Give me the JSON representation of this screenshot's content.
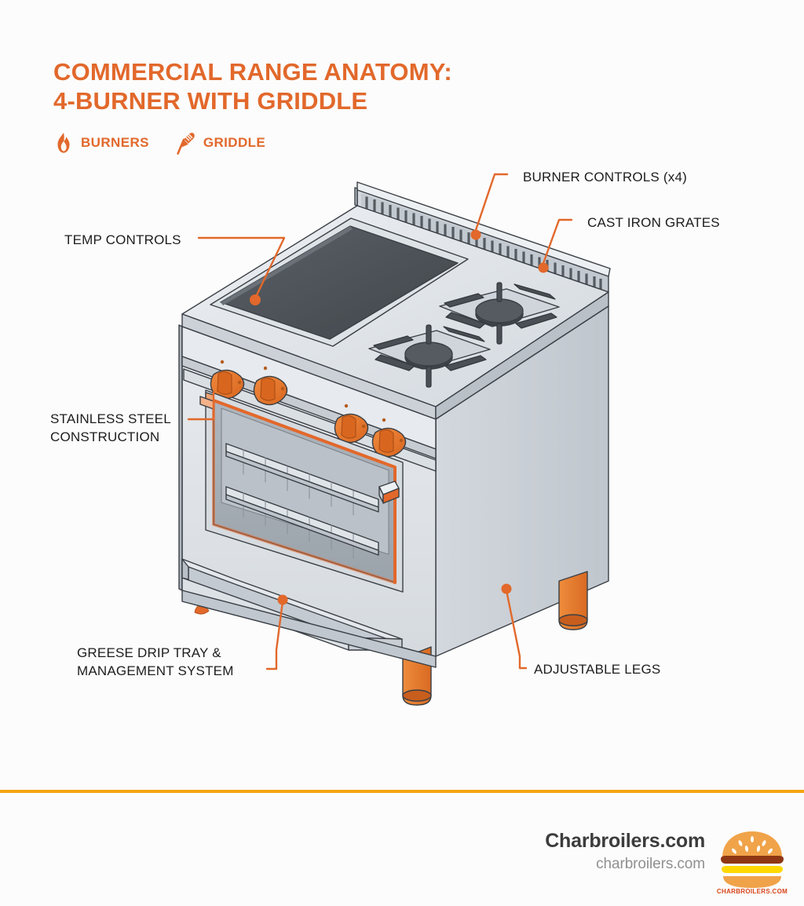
{
  "theme": {
    "background": "#FCFCFC",
    "accent_orange": "#E2682B",
    "divider_amber": "#F5A410",
    "label_text": "#1D1D1D",
    "steel_light": "#E4E7EA",
    "steel_mid": "#C9CED4",
    "steel_dark": "#AEB5BD",
    "grate_dark": "#4A4F55",
    "griddle_dark": "#4F545A",
    "knob_orange": "#E87A2E",
    "leg_orange": "#E8832F"
  },
  "header": {
    "title_line1": "COMMERCIAL RANGE ANATOMY:",
    "title_line2": "4-BURNER WITH GRIDDLE",
    "legend": [
      {
        "icon": "flame-icon",
        "label": "BURNERS"
      },
      {
        "icon": "spatula-icon",
        "label": "GRIDDLE"
      }
    ]
  },
  "callouts": [
    {
      "id": "burner-controls",
      "label": "BURNER CONTROLS (x4)"
    },
    {
      "id": "cast-iron-grates",
      "label": "CAST IRON GRATES"
    },
    {
      "id": "temp-controls",
      "label": "TEMP CONTROLS"
    },
    {
      "id": "stainless-steel",
      "label_line1": "STAINLESS STEEL",
      "label_line2": "CONSTRUCTION"
    },
    {
      "id": "grease-drip-tray",
      "label_line1": "GREESE DRIP TRAY &",
      "label_line2": "MANAGEMENT SYSTEM"
    },
    {
      "id": "adjustable-legs",
      "label": "ADJUSTABLE LEGS"
    }
  ],
  "illustration": {
    "name": "commercial-range-4-burner-with-griddle",
    "parts": [
      "back-splash",
      "griddle-plate",
      "burner-grates",
      "control-knobs",
      "oven-door-opening",
      "oven-racks",
      "oven-handle",
      "grease-drip-tray",
      "cabinet-body",
      "adjustable-legs"
    ]
  },
  "footer": {
    "brand_main": "Charbroilers.com",
    "brand_sub": "charbroilers.com",
    "logo_caption": "CHARBROILERS.COM"
  }
}
